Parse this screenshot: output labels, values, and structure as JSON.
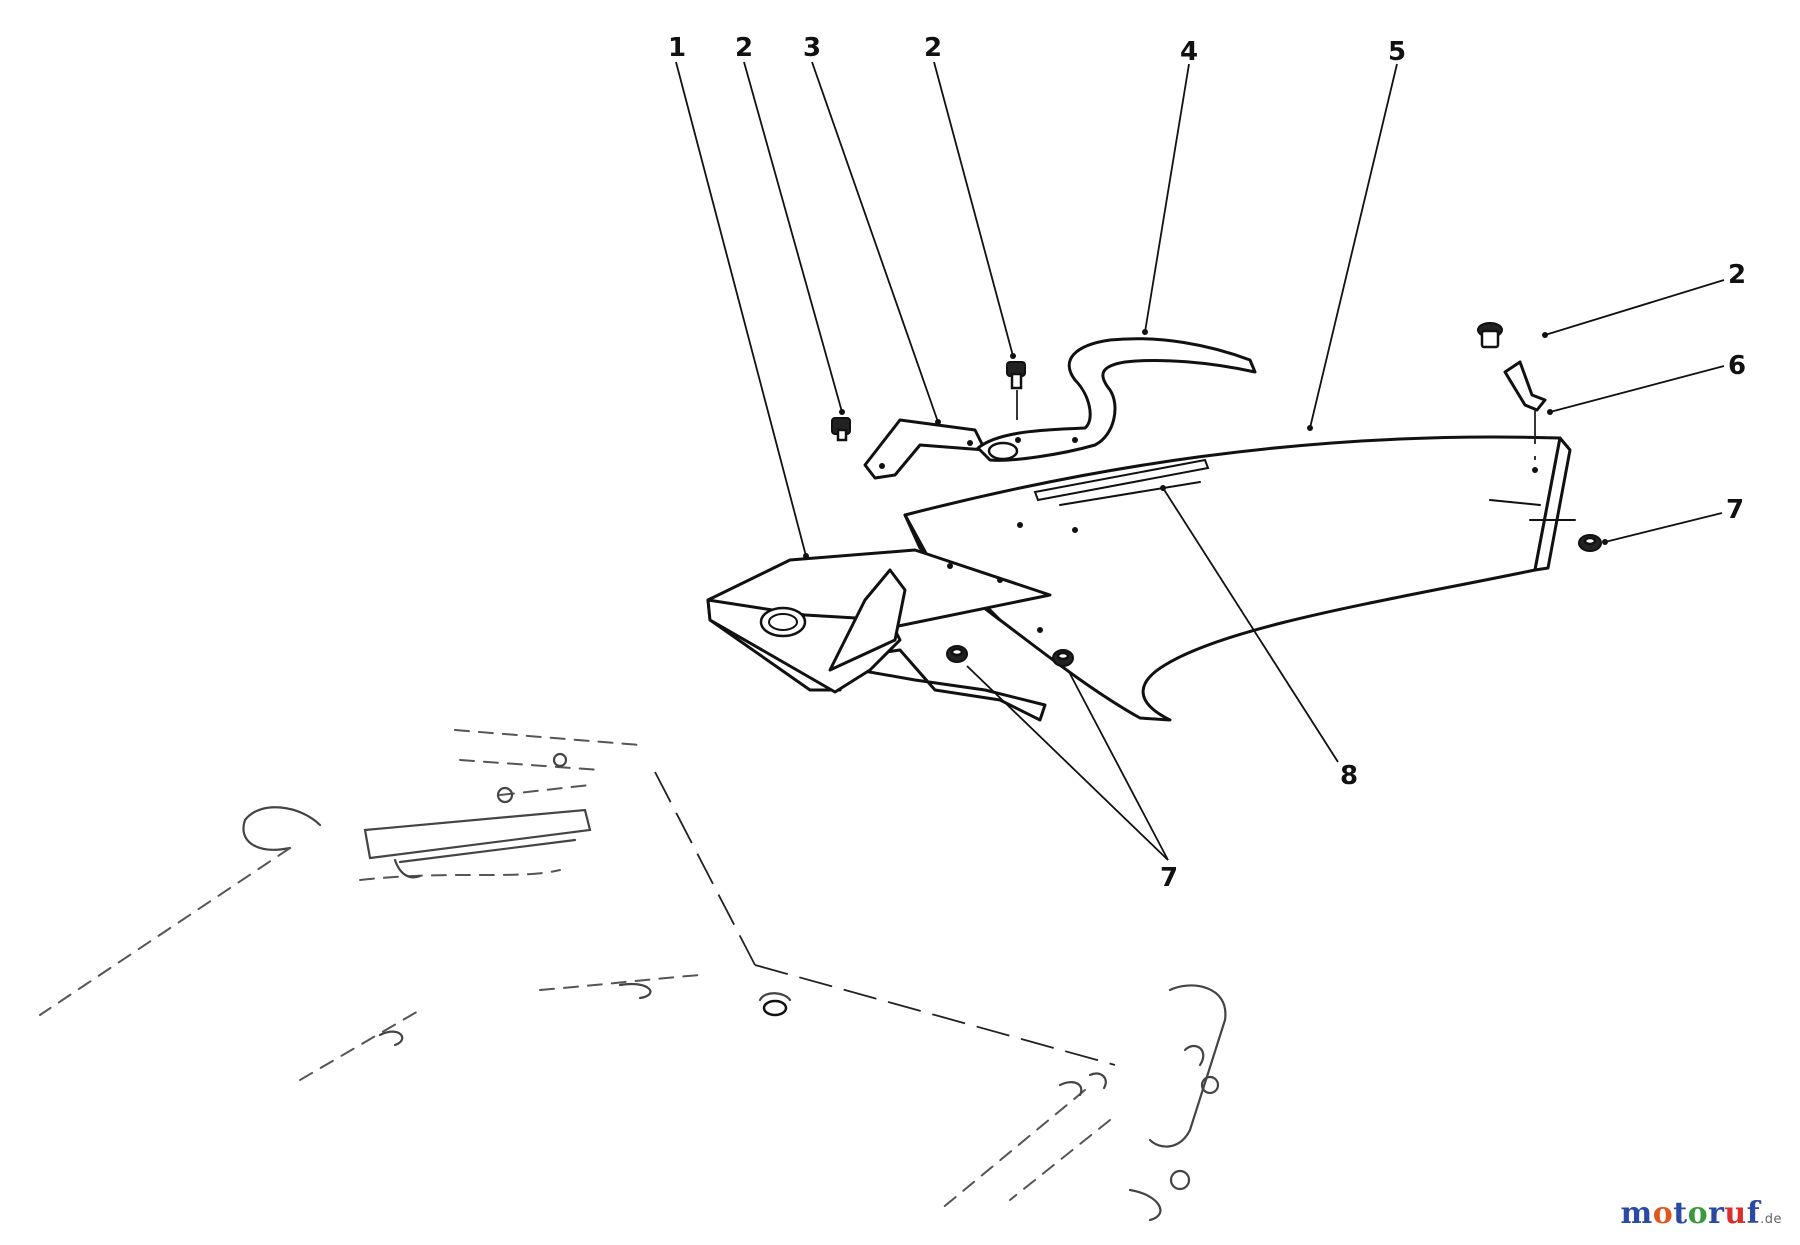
{
  "callouts": {
    "c1": "1",
    "c2a": "2",
    "c3": "3",
    "c2b": "2",
    "c4": "4",
    "c5": "5",
    "c2c": "2",
    "c6": "6",
    "c7a": "7",
    "c8": "8",
    "c7b": "7"
  },
  "watermark": {
    "letters": [
      {
        "ch": "m",
        "color": "#2b4aa3"
      },
      {
        "ch": "o",
        "color": "#e0561f"
      },
      {
        "ch": "t",
        "color": "#2b4aa3"
      },
      {
        "ch": "o",
        "color": "#3a9a3a"
      },
      {
        "ch": "r",
        "color": "#2b4aa3"
      },
      {
        "ch": "u",
        "color": "#d9302c"
      },
      {
        "ch": "f",
        "color": "#2b4aa3"
      }
    ],
    "tld": ".de"
  }
}
